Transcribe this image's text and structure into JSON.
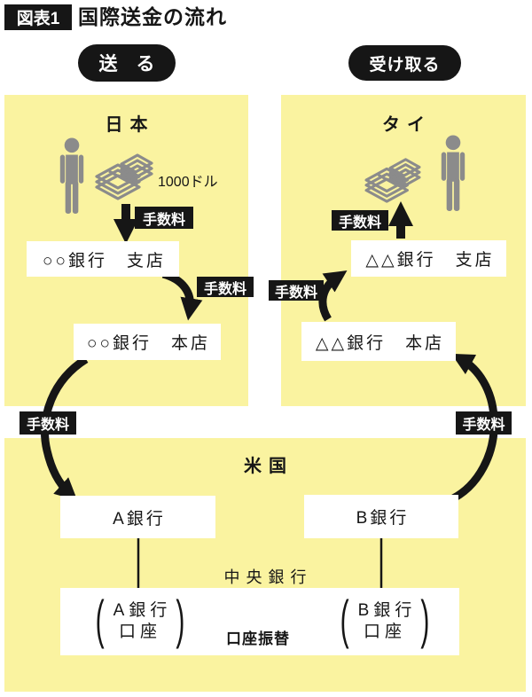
{
  "colors": {
    "background": "#ffffff",
    "panel_yellow": "#faf3a0",
    "ink_black": "#161616",
    "icon_gray": "#8b8b8b",
    "box_white": "#ffffff"
  },
  "header": {
    "tag": "図表1",
    "title": "国際送金の流れ"
  },
  "flow_labels": {
    "send": "送　る",
    "receive": "受け取る"
  },
  "labels": {
    "fee": "手数料"
  },
  "icons": {
    "person": "person-pictogram",
    "money": "banknote-stack"
  },
  "japan": {
    "name": "日本",
    "amount": "1000ドル",
    "branch_bank": "○○銀行　支店",
    "head_bank": "○○銀行　本店"
  },
  "thailand": {
    "name": "タイ",
    "branch_bank": "△△銀行　支店",
    "head_bank": "△△銀行　本店"
  },
  "usa": {
    "name": "米国",
    "bank_a": "A銀行",
    "bank_b": "B銀行",
    "central_bank": "中央銀行",
    "transfer": "口座振替",
    "account_a": {
      "open": "(",
      "line1": "A銀行",
      "line2": "口座",
      "close": ")"
    },
    "account_b": {
      "open": "(",
      "line1": "B銀行",
      "line2": "口座",
      "close": ")"
    }
  }
}
